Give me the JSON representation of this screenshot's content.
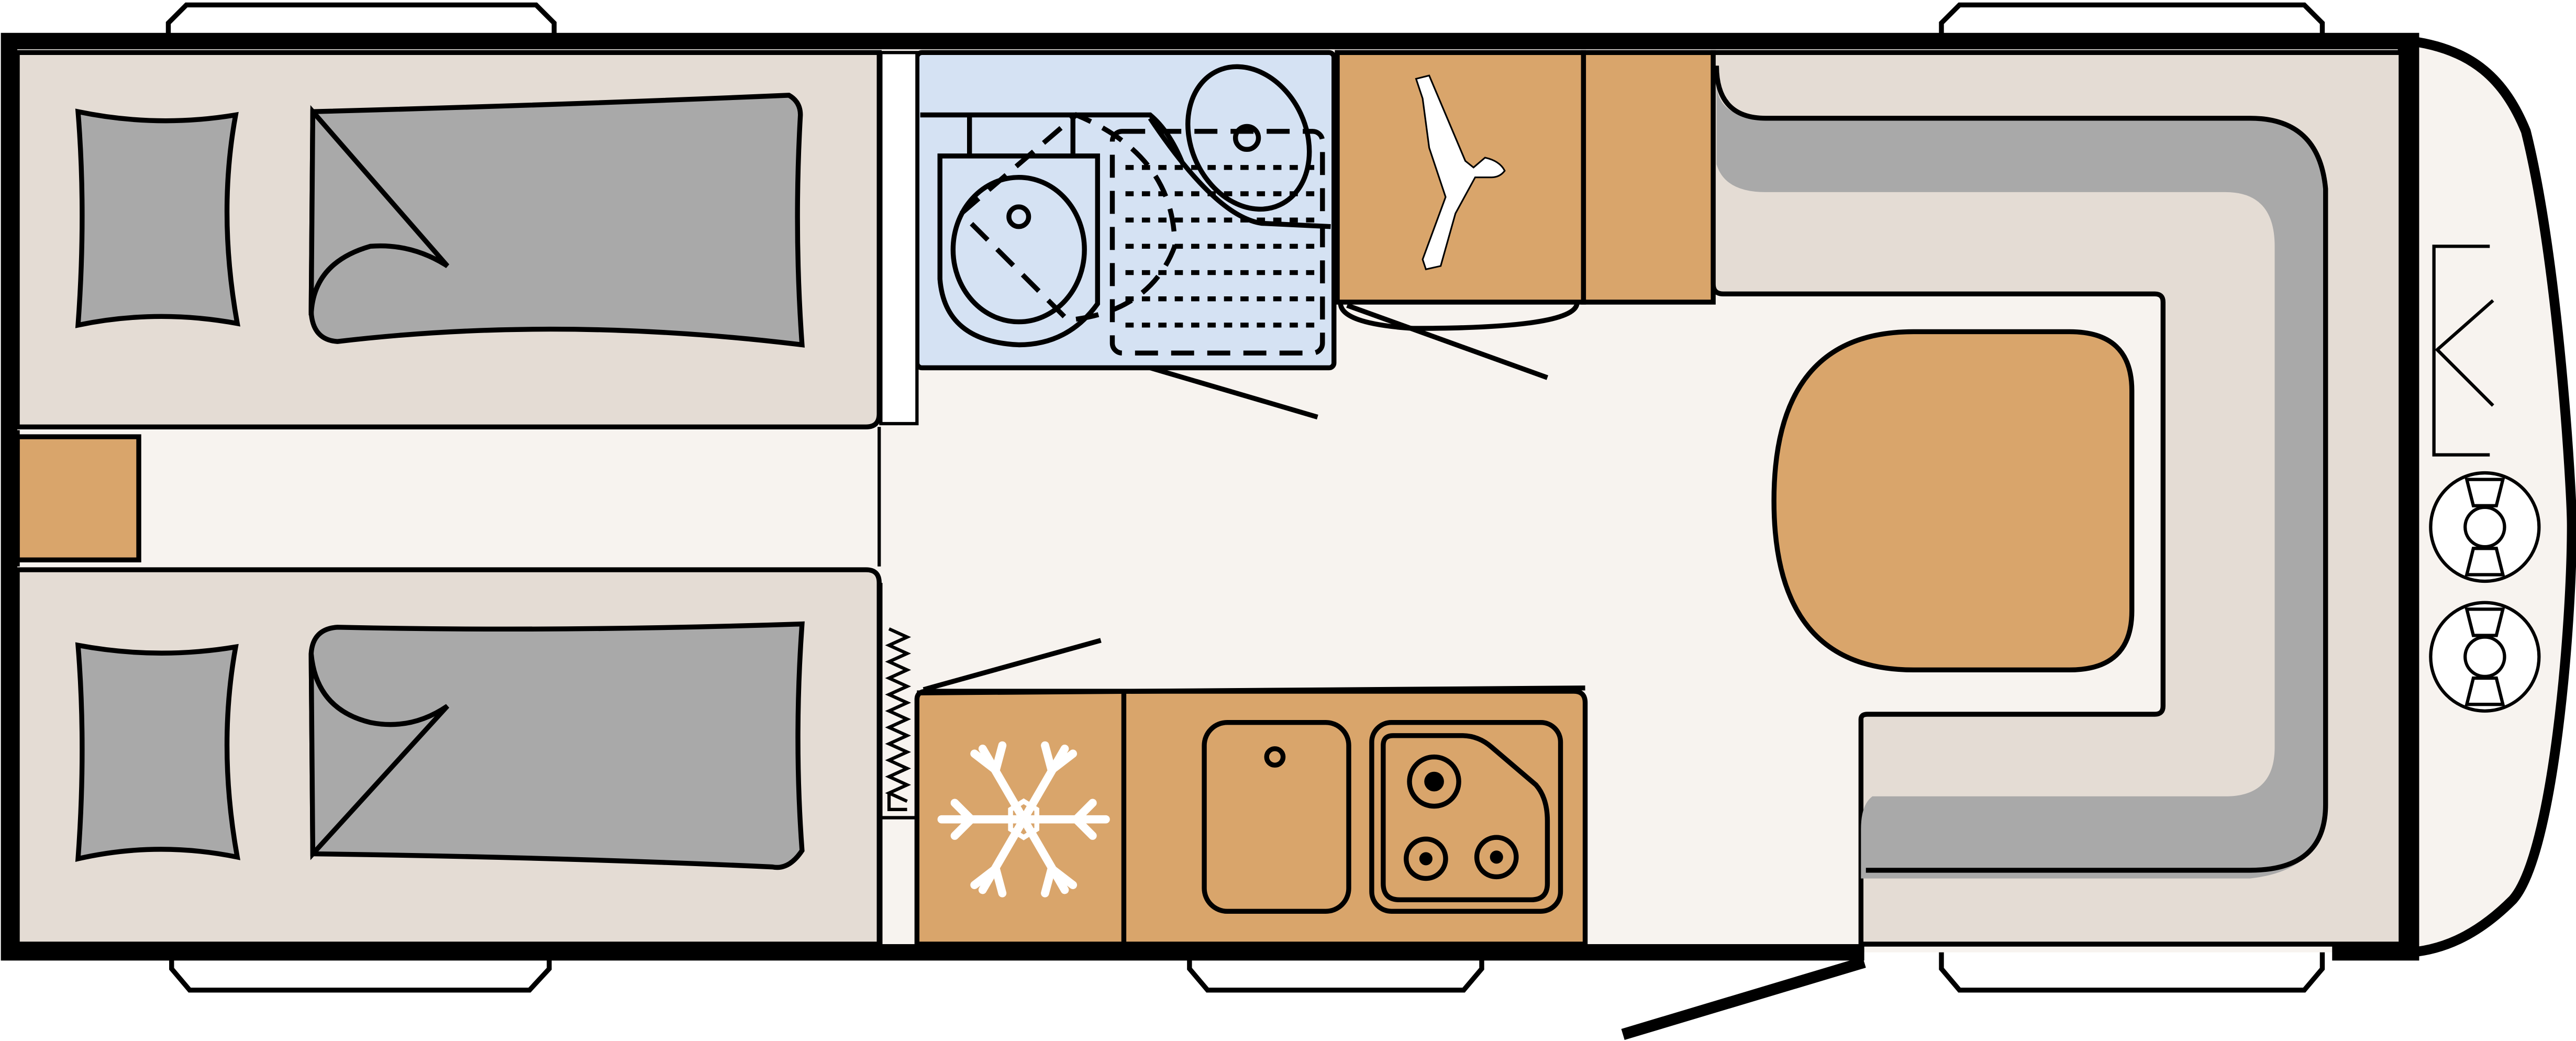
{
  "diagram": {
    "type": "caravan-floorplan",
    "colors": {
      "outline": "#000000",
      "floor": "#f7f3ef",
      "bed_base": "#e4dcd4",
      "mattress": "#a9a9a9",
      "wood": "#d9a56b",
      "bathroom": "#d5e2f3",
      "front_panel": "#f7f3ef",
      "window": "#ffffff",
      "white_symbol": "#ffffff"
    },
    "zones": [
      {
        "name": "single-bed-left-top"
      },
      {
        "name": "single-bed-left-bottom"
      },
      {
        "name": "bedside-table"
      },
      {
        "name": "washroom"
      },
      {
        "name": "wardrobe"
      },
      {
        "name": "cabinet"
      },
      {
        "name": "u-shaped-seating"
      },
      {
        "name": "dining-table"
      },
      {
        "name": "kitchen-unit"
      },
      {
        "name": "fridge"
      },
      {
        "name": "entrance-door"
      },
      {
        "name": "front-locker"
      }
    ],
    "icons": [
      "pillow-icon",
      "coat-hanger-icon",
      "snowflake-icon",
      "gas-bottle-icon",
      "sink-icon",
      "hob-icon",
      "toilet-icon",
      "shower-icon",
      "washbasin-icon"
    ]
  }
}
